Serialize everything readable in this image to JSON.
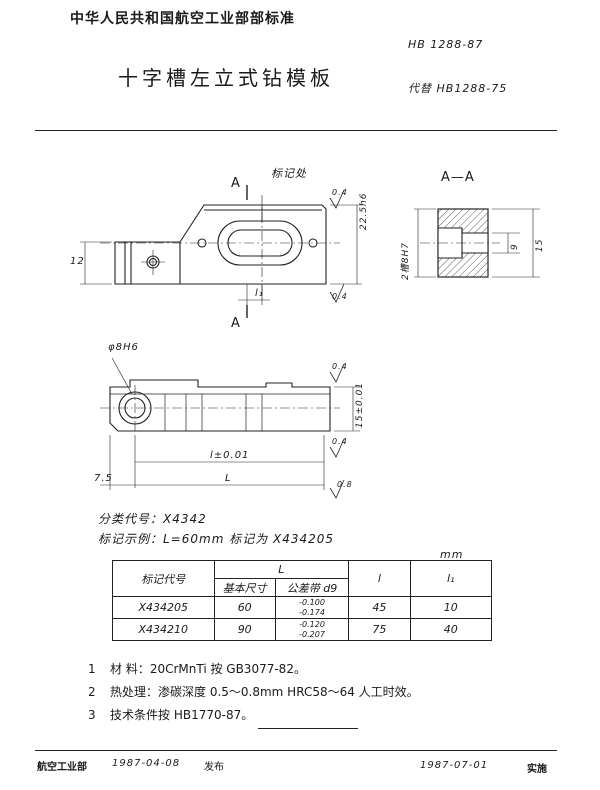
{
  "header": {
    "org": "中华人民共和国航空工业部部标准",
    "code": "HB 1288-87",
    "title": "十字槽左立式钻模板",
    "replaces": "代替 HB1288-75"
  },
  "drawing": {
    "section_mark": "A",
    "section_view_title": "A—A",
    "mark_callout": "标记处",
    "dims": {
      "d12": "12",
      "d22": "22.5h6",
      "d2slot": "2槽8H7",
      "d9": "9",
      "d15": "15",
      "l1": "l₁",
      "phi": "φ8H6",
      "d15tol": "15±0.01",
      "ltol": "l±0.01",
      "d75": "7.5",
      "dL": "L",
      "r04": "0.4",
      "r08": "0.8"
    }
  },
  "classification": "分类代号：X4342",
  "mark_example": "标记示例：L=60mm  标记为  X434205",
  "table": {
    "unit": "mm",
    "h_code": "标记代号",
    "h_L": "L",
    "h_basic": "基本尺寸",
    "h_tol": "公差带 d9",
    "h_l": "l",
    "h_l1": "l₁",
    "rows": [
      {
        "code": "X434205",
        "basic": "60",
        "tol_up": "-0.100",
        "tol_low": "-0.174",
        "l": "45",
        "l1": "10"
      },
      {
        "code": "X434210",
        "basic": "90",
        "tol_up": "-0.120",
        "tol_low": "-0.207",
        "l": "75",
        "l1": "40"
      }
    ]
  },
  "notes": [
    {
      "num": "1",
      "text": "材  料：20CrMnTi 按 GB3077-82。"
    },
    {
      "num": "2",
      "text": "热处理：渗碳深度 0.5～0.8mm   HRC58～64  人工时效。"
    },
    {
      "num": "3",
      "text": "技术条件按 HB1770-87。"
    }
  ],
  "footer": {
    "issuer": "航空工业部",
    "issue_date": "1987-04-08",
    "issue_word": "发布",
    "impl_date": "1987-07-01",
    "impl_word": "实施"
  }
}
